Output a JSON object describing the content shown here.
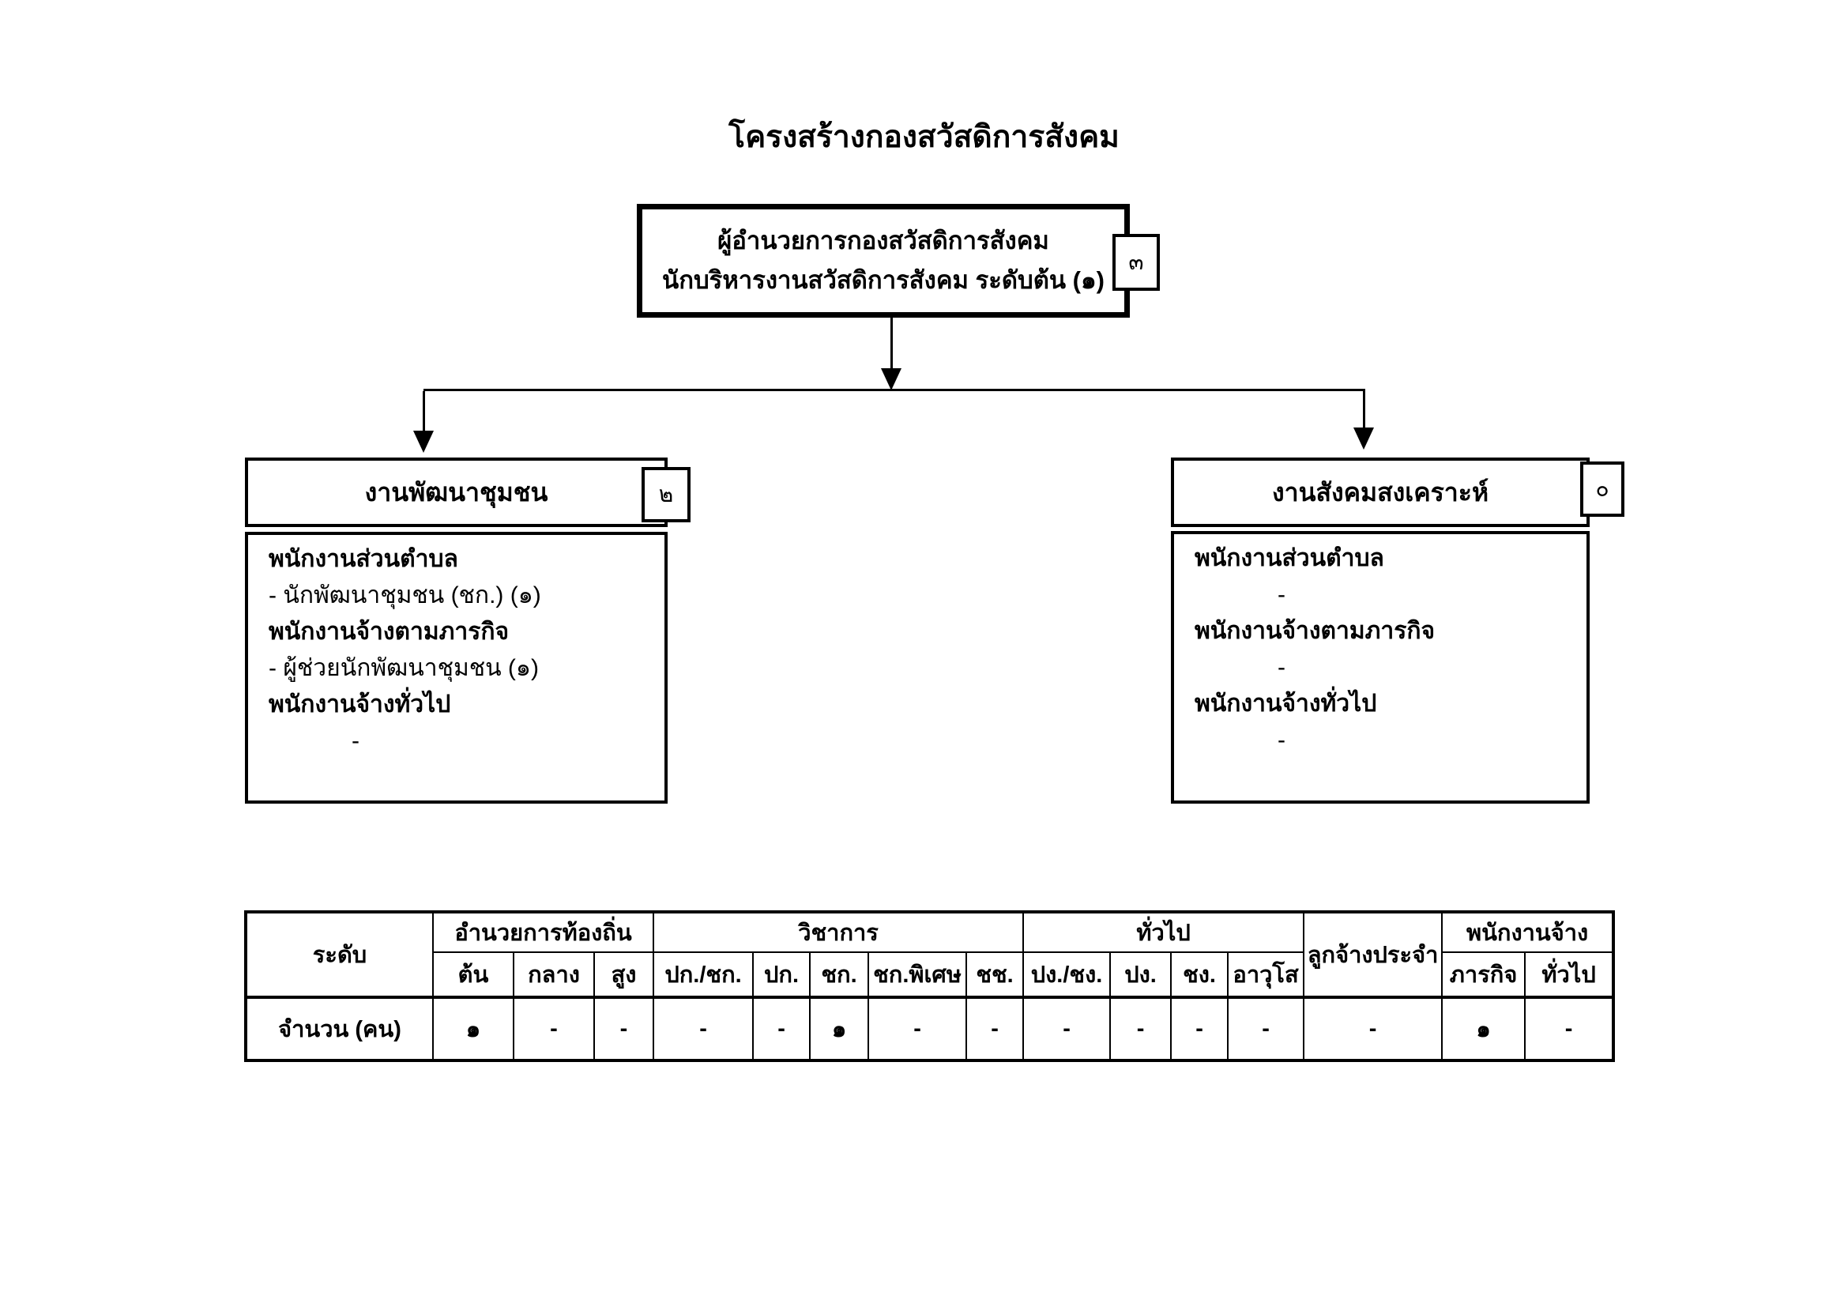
{
  "title": "โครงสร้างกองสวัสดิการสังคม",
  "org": {
    "director": {
      "line1": "ผู้อำนวยการกองสวัสดิการสังคม",
      "line2": "นักบริหารงานสวัสดิการสังคม ระดับต้น (๑)",
      "badge": "๓"
    },
    "units": [
      {
        "title": "งานพัฒนาชุมชน",
        "badge": "๒",
        "lines": [
          {
            "text": "พนักงานส่วนตำบล",
            "bold": true
          },
          {
            "text": "- นักพัฒนาชุมชน (ชก.) (๑)"
          },
          {
            "text": "พนักงานจ้างตามภารกิจ",
            "bold": true
          },
          {
            "text": "- ผู้ช่วยนักพัฒนาชุมชน (๑)"
          },
          {
            "text": "พนักงานจ้างทั่วไป",
            "bold": true
          },
          {
            "text": "-",
            "indent": true
          }
        ]
      },
      {
        "title": "งานสังคมสงเคราะห์",
        "badge": "๐",
        "lines": [
          {
            "text": "พนักงานส่วนตำบล",
            "bold": true
          },
          {
            "text": "-",
            "indent": true
          },
          {
            "text": "พนักงานจ้างตามภารกิจ",
            "bold": true
          },
          {
            "text": "-",
            "indent": true
          },
          {
            "text": "พนักงานจ้างทั่วไป",
            "bold": true
          },
          {
            "text": "-",
            "indent": true
          }
        ]
      }
    ]
  },
  "table": {
    "header_row1": [
      {
        "label": "ระดับ",
        "rowspan": 2
      },
      {
        "label": "อำนวยการท้องถิ่น",
        "colspan": 3
      },
      {
        "label": "วิชาการ",
        "colspan": 5
      },
      {
        "label": "ทั่วไป",
        "colspan": 4
      },
      {
        "label": "ลูกจ้างประจำ",
        "rowspan": 2
      },
      {
        "label": "พนักงานจ้าง",
        "colspan": 2
      }
    ],
    "header_row2": [
      "ต้น",
      "กลาง",
      "สูง",
      "ปก./ชก.",
      "ปก.",
      "ชก.",
      "ชก.พิเศษ",
      "ชช.",
      "ปง./ชง.",
      "ปง.",
      "ชง.",
      "อาวุโส",
      "ภารกิจ",
      "ทั่วไป"
    ],
    "row_label": "จำนวน (คน)",
    "values": [
      "๑",
      "-",
      "-",
      "-",
      "-",
      "๑",
      "-",
      "-",
      "-",
      "-",
      "-",
      "-",
      "-",
      "๑",
      "-"
    ]
  },
  "colors": {
    "ink": "#000000",
    "paper": "#ffffff"
  }
}
